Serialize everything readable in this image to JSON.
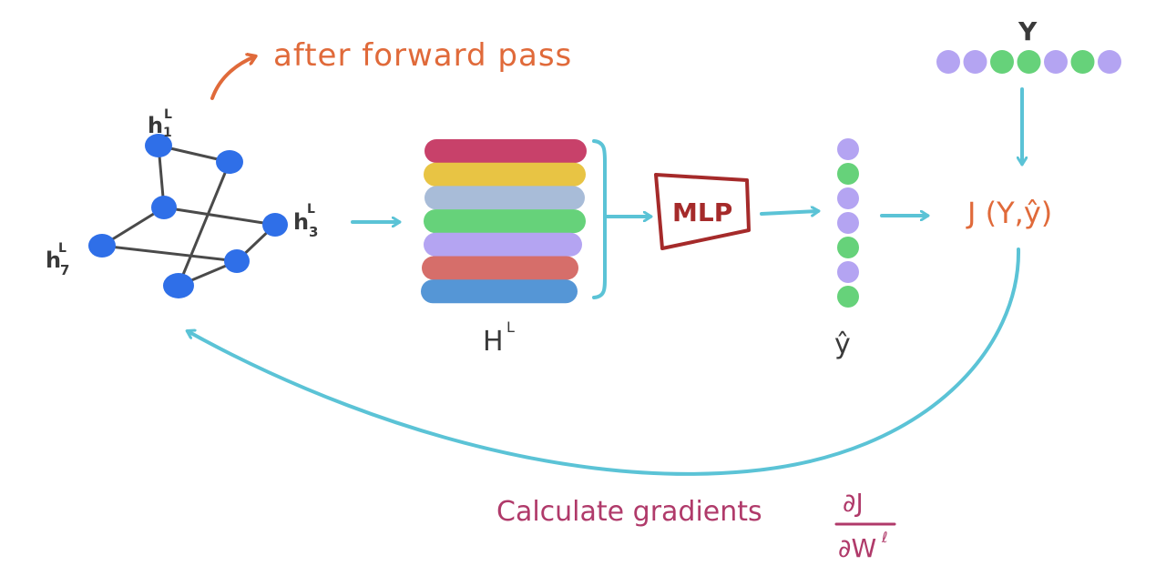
{
  "labels": {
    "forward_note": "after forward pass",
    "node_h1": "h",
    "node_h1_sup": "L",
    "node_h1_sub": "1",
    "node_h3": "h",
    "node_h3_sup": "L",
    "node_h3_sub": "3",
    "node_h7": "h",
    "node_h7_sup": "L",
    "node_h7_sub": "7",
    "matrix": "H",
    "matrix_sup": "L",
    "mlp": "MLP",
    "y_hat": "ŷ",
    "y": "Y",
    "loss": "J (Y,ŷ)",
    "gradient_note": "Calculate gradients",
    "grad_num": "∂J",
    "grad_den": "∂W",
    "grad_den_sup": "ℓ"
  },
  "colors": {
    "node_blue": "#2f6fe8",
    "edge": "#4a4a4a",
    "arrow_cyan": "#5bc3d6",
    "orange": "#e06a3a",
    "mlp_red": "#a52a2a",
    "gradient_pink": "#b03a6a",
    "purple": "#b4a4f2",
    "green": "#66d27a",
    "text_dark": "#3a3a3a"
  },
  "matrix_rows": [
    {
      "color": "#c8416a"
    },
    {
      "color": "#e8c444"
    },
    {
      "color": "#a8bcd8"
    },
    {
      "color": "#66d27a"
    },
    {
      "color": "#b4a4f2"
    },
    {
      "color": "#d66e6a"
    },
    {
      "color": "#5596d6"
    }
  ],
  "y_hat_dots": [
    "purple",
    "green",
    "purple",
    "purple",
    "green",
    "purple",
    "green"
  ],
  "y_dots": [
    "purple",
    "purple",
    "green",
    "green",
    "purple",
    "green",
    "purple"
  ]
}
